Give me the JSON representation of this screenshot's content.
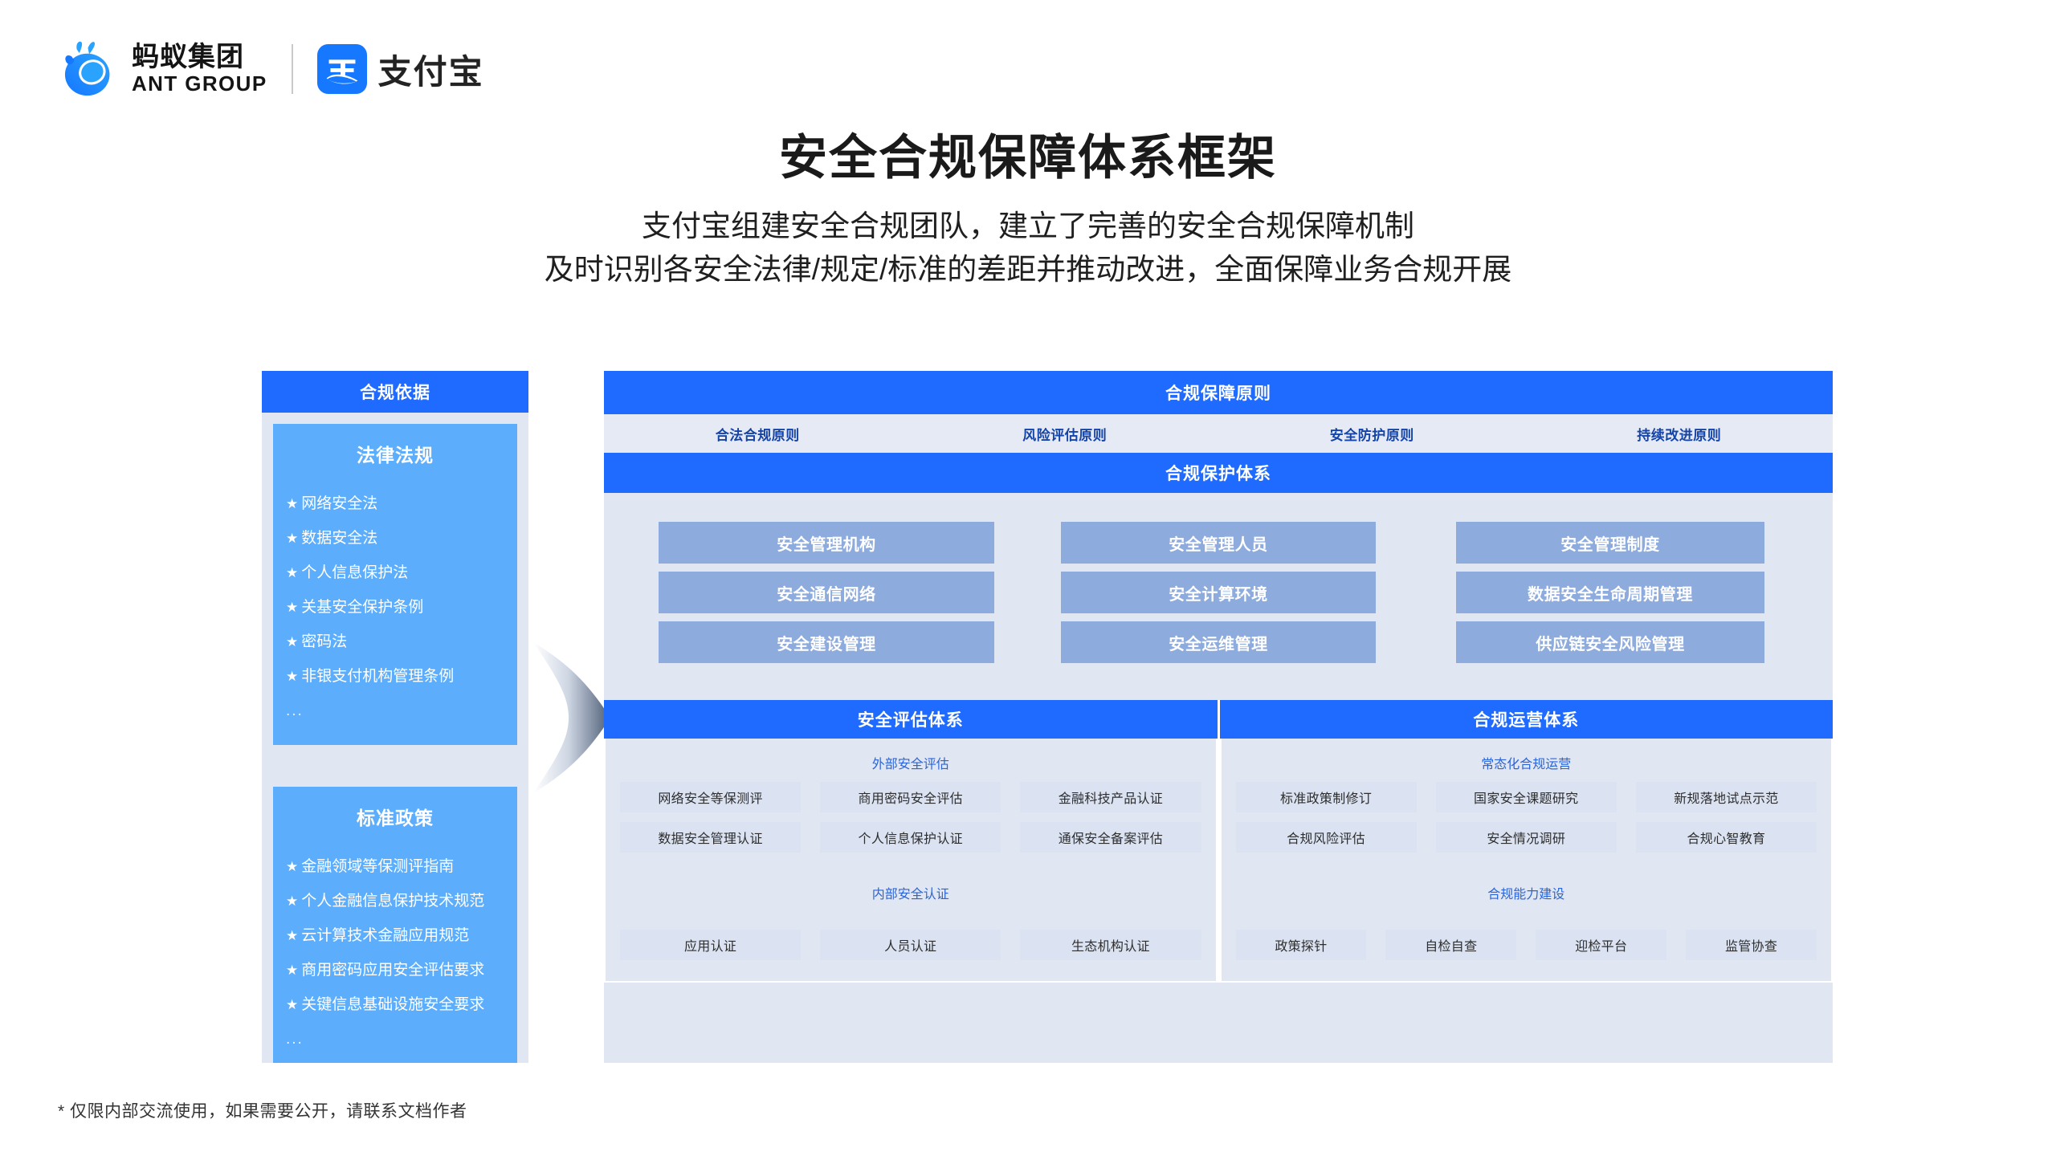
{
  "brand": {
    "ant_cn": "蚂蚁集团",
    "ant_en": "ANT GROUP",
    "alipay_cn": "支付宝"
  },
  "header": {
    "title": "安全合规保障体系框架",
    "subtitle_line1": "支付宝组建安全合规团队，建立了完善的安全合规保障机制",
    "subtitle_line2": "及时识别各安全法律/规定/标准的差距并推动改进，全面保障业务合规开展"
  },
  "left_panel": {
    "head": "合规依据",
    "cards": [
      {
        "title": "法律法规",
        "items": [
          "网络安全法",
          "数据安全法",
          "个人信息保护法",
          "关基安全保护条例",
          "密码法",
          "非银支付机构管理条例"
        ],
        "ellipsis": "..."
      },
      {
        "title": "标准政策",
        "items": [
          "金融领域等保测评指南",
          "个人金融信息保护技术规范",
          "云计算技术金融应用规范",
          "商用密码应用安全评估要求",
          "关键信息基础设施安全要求"
        ],
        "ellipsis": "..."
      }
    ]
  },
  "right_panel": {
    "principles_title": "合规保障原则",
    "principles": [
      "合法合规原则",
      "风险评估原则",
      "安全防护原则",
      "持续改进原则"
    ],
    "protection_title": "合规保护体系",
    "protection_cells": [
      "安全管理机构",
      "安全管理人员",
      "安全管理制度",
      "安全通信网络",
      "安全计算环境",
      "数据安全生命周期管理",
      "安全建设管理",
      "安全运维管理",
      "供应链安全风险管理"
    ],
    "assessment": {
      "title": "安全评估体系",
      "group1_label": "外部安全评估",
      "group1_row1": [
        "网络安全等保测评",
        "商用密码安全评估",
        "金融科技产品认证"
      ],
      "group1_row2": [
        "数据安全管理认证",
        "个人信息保护认证",
        "通保安全备案评估"
      ],
      "group2_label": "内部安全认证",
      "group2_row1": [
        "应用认证",
        "人员认证",
        "生态机构认证"
      ]
    },
    "operations": {
      "title": "合规运营体系",
      "group1_label": "常态化合规运营",
      "group1_row1": [
        "标准政策制修订",
        "国家安全课题研究",
        "新规落地试点示范"
      ],
      "group1_row2": [
        "合规风险评估",
        "安全情况调研",
        "合规心智教育"
      ],
      "group2_label": "合规能力建设",
      "group2_row1": [
        "政策探针",
        "自检自查",
        "迎检平台",
        "监管协查"
      ]
    }
  },
  "footnote": "* 仅限内部交流使用，如果需要公开，请联系文档作者",
  "colors": {
    "brand_blue": "#1f6bff",
    "card_blue": "#5caefc",
    "grid_cell": "#8eabde",
    "panel_bg": "#e1e7f2",
    "chip_bg": "#dbe3f2",
    "sub_label": "#2a64d8"
  }
}
